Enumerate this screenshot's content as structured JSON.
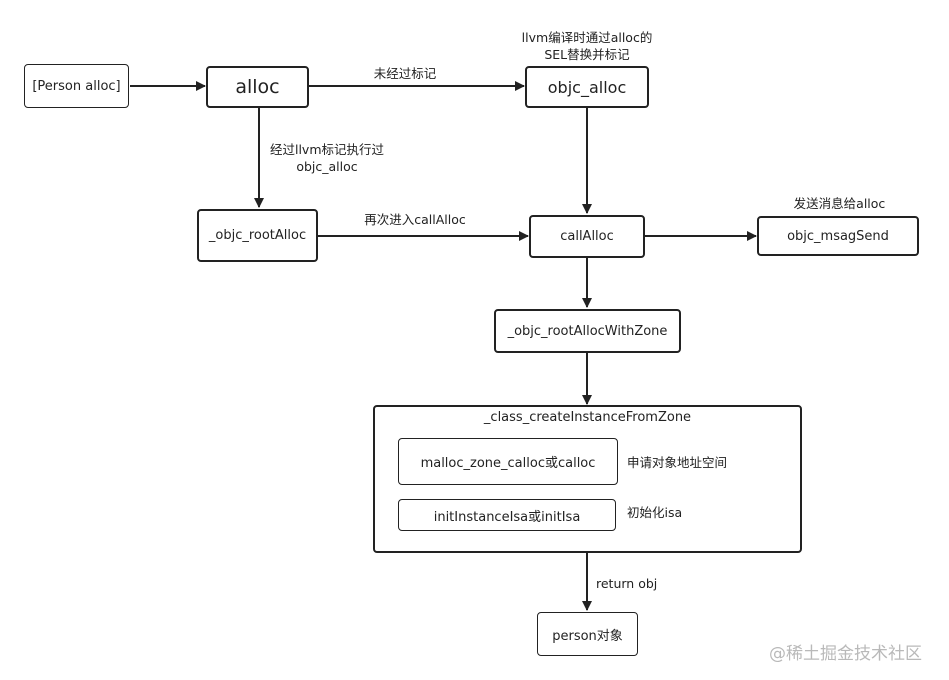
{
  "nodes": {
    "person_alloc": "[Person alloc]",
    "alloc": "alloc",
    "objc_alloc": "objc_alloc",
    "objc_rootAlloc": "_objc_rootAlloc",
    "callAlloc": "callAlloc",
    "objc_msagSend": "objc_msagSend",
    "objc_rootAllocWithZone": "_objc_rootAllocWithZone",
    "class_createInstanceFromZone": "_class_createInstanceFromZone",
    "malloc": "malloc_zone_calloc或calloc",
    "initInstanceIsa": "initInstanceIsa或initIsa",
    "person_object": "person对象"
  },
  "labels": {
    "llvm_replace_line1": "llvm编译时通过alloc的",
    "llvm_replace_line2": "SEL替换并标记",
    "not_marked": "未经过标记",
    "marked_line1": "经过llvm标记执行过",
    "marked_line2": "objc_alloc",
    "reenter_callAlloc": "再次进入callAlloc",
    "send_message": "发送消息给alloc",
    "apply_memory": "申请对象地址空间",
    "init_isa": "初始化isa",
    "return_obj": "return obj"
  },
  "watermark": "@稀土掘金技术社区"
}
